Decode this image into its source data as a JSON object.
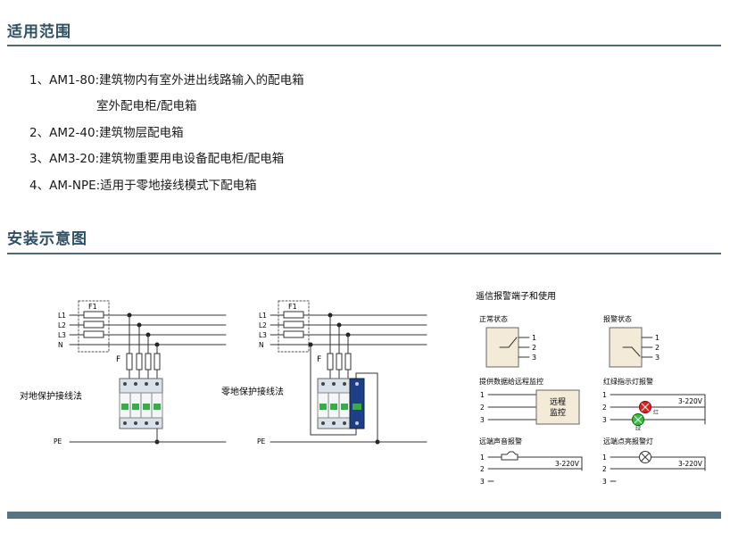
{
  "sections": {
    "scope_title": "适用范围",
    "install_title": "安装示意图"
  },
  "applications": [
    "1、AM1-80:建筑物内有室外进出线路输入的配电箱",
    "室外配电柜/配电箱",
    "2、AM2-40:建筑物层配电箱",
    "3、AM3-20:建筑物重要用电设备配电柜/配电箱",
    "4、AM-NPE:适用于零地接线模式下配电箱"
  ],
  "wiring": {
    "line_labels": [
      "L1",
      "L2",
      "L3",
      "N"
    ],
    "fuse_label": "F1",
    "f_label": "F",
    "pe_label": "PE",
    "left_caption": "对地保护接线法",
    "right_caption": "零地保护接线法"
  },
  "remote": {
    "title": "遥信报警端子和使用",
    "normal_state": "正常状态",
    "alarm_state": "报警状态",
    "terminals": [
      "1",
      "2",
      "3"
    ],
    "data_to_monitor": "提供数据给远程监控",
    "monitor_box": [
      "远程",
      "监控"
    ],
    "light_alarm": "红绿指示灯报警",
    "voltage": "3-220V",
    "red_label": "红",
    "green_label": "绿",
    "sound_alarm": "远端声音报警",
    "lamp_alarm": "远端点亮报警灯"
  },
  "colors": {
    "title": "#2f4f63",
    "rule": "#4d6a7a",
    "footer": "#587483",
    "module_green": "#3aaa4a",
    "module_blue": "#1d3f8a",
    "indicator_red": "#e02020",
    "indicator_green": "#33c040"
  }
}
